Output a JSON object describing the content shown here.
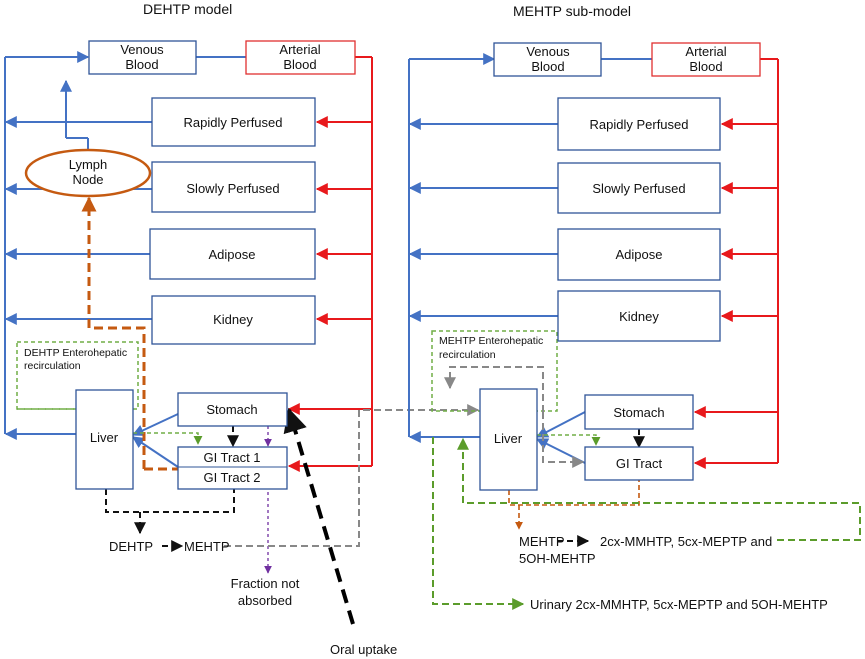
{
  "left_model": {
    "title": "DEHTP model",
    "venous_blood": [
      "Venous",
      "Blood"
    ],
    "arterial_blood": [
      "Arterial",
      "Blood"
    ],
    "rapidly_perfused": "Rapidly Perfused",
    "slowly_perfused": "Slowly Perfused",
    "adipose": "Adipose",
    "kidney": "Kidney",
    "lymph_node": [
      "Lymph",
      "Node"
    ],
    "enterohepatic": [
      "DEHTP Enterohepatic",
      "recirculation"
    ],
    "liver": "Liver",
    "stomach": "Stomach",
    "gi_tract_1": "GI Tract 1",
    "gi_tract_2": "GI Tract 2",
    "dehtp": "DEHTP",
    "mehtp": "MEHTP",
    "fraction_not_absorbed": [
      "Fraction not",
      "absorbed"
    ],
    "oral_uptake": "Oral uptake"
  },
  "right_model": {
    "title": "MEHTP  sub-model",
    "venous_blood": [
      "Venous",
      "Blood"
    ],
    "arterial_blood": [
      "Arterial",
      "Blood"
    ],
    "rapidly_perfused": "Rapidly Perfused",
    "slowly_perfused": "Slowly Perfused",
    "adipose": "Adipose",
    "kidney": "Kidney",
    "enterohepatic": [
      "MEHTP Enterohepatic",
      "recirculation"
    ],
    "liver": "Liver",
    "stomach": "Stomach",
    "gi_tract": "GI Tract",
    "mehtp": "MEHTP",
    "metabolites": [
      "2cx-MMHTP, 5cx-MEPTP and",
      "5OH-MEHTP"
    ],
    "urinary": "Urinary 2cx-MMHTP, 5cx-MEPTP and 5OH-MEHTP"
  },
  "colors": {
    "venous": "#4472c4",
    "arterial": "#e8191c",
    "lymph": "#c55a11",
    "enterohepatic": "#70ad47"
  }
}
